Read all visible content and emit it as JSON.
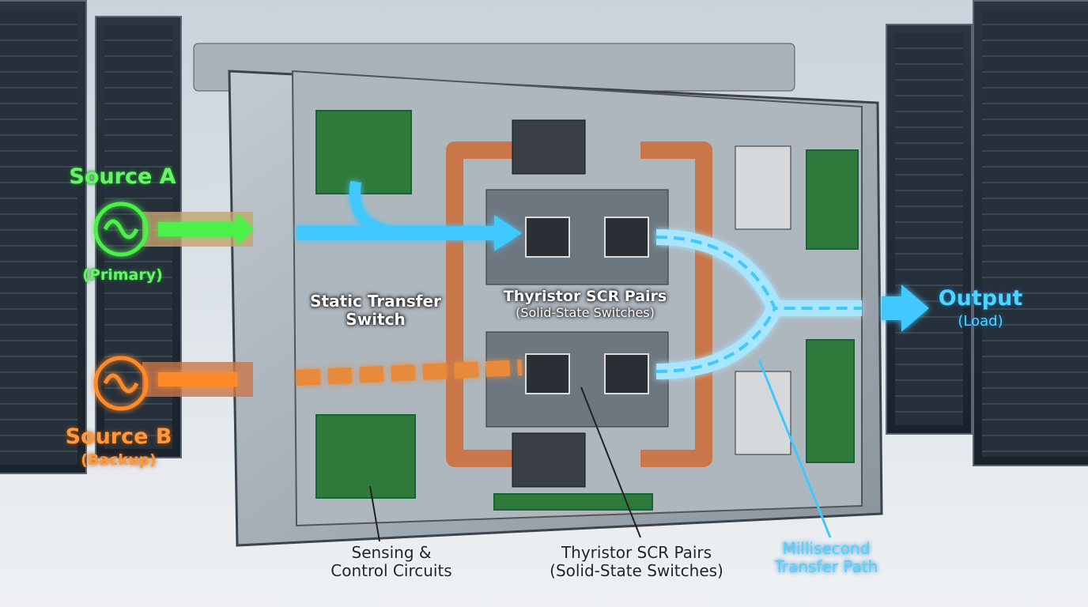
{
  "labels": {
    "source_a": "Source A",
    "source_a_sub": "(Primary)",
    "source_b": "Source B",
    "source_b_sub": "(Backup)",
    "static_transfer_switch": "Static Transfer Switch",
    "scr_pairs_top": "Thyristor SCR Pairs",
    "scr_pairs_top_sub": "(Solid-State Switches)",
    "output": "Output",
    "output_sub": "(Load)",
    "sensing": "Sensing &",
    "sensing_2": "Control Circuits",
    "scr_pairs_bottom": "Thyristor SCR Pairs",
    "scr_pairs_bottom_sub": "(Solid-State Switches)",
    "transfer_path": "Millisecond",
    "transfer_path_2": "Transfer Path"
  },
  "colors": {
    "source_a": "#4cf04a",
    "source_b": "#ff8a2a",
    "transfer_path": "#3fc8ff",
    "copper": "#c8764a",
    "enclosure": "#9aa4ad"
  }
}
